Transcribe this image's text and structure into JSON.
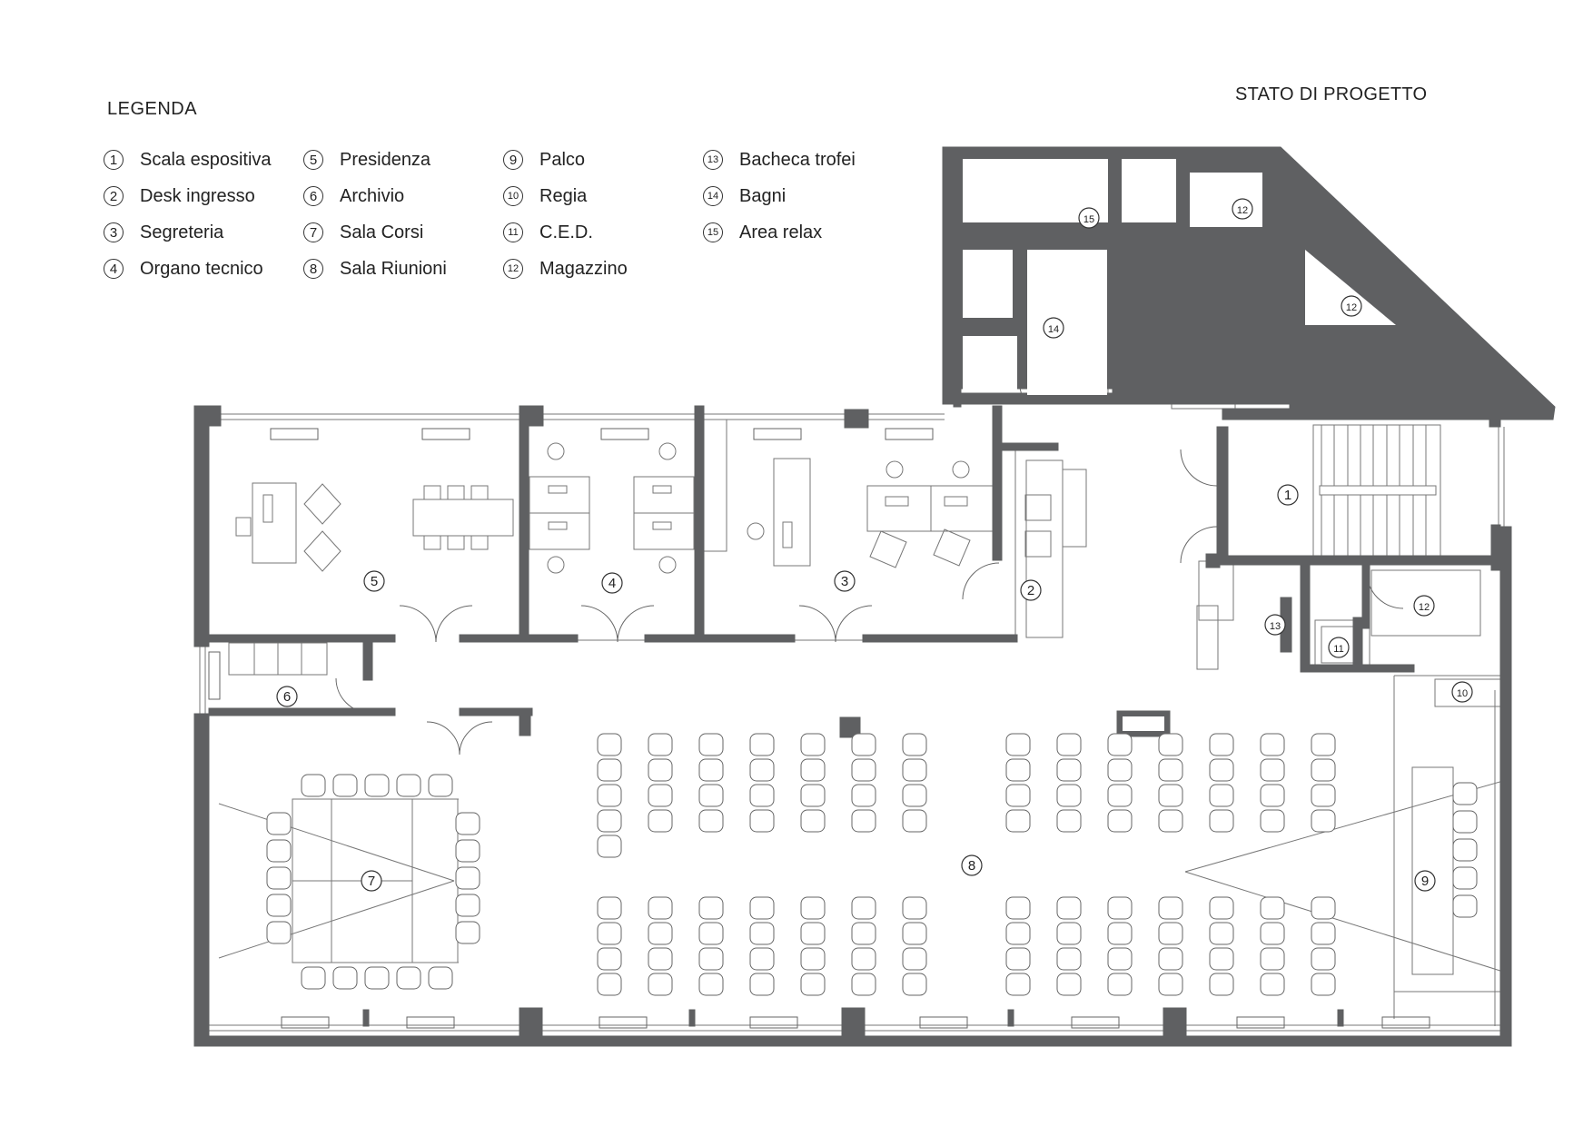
{
  "legend_title": "LEGENDA",
  "stato": "STATO DI PROGETTO",
  "legend": [
    {
      "num": "1",
      "label": "Scala espositiva"
    },
    {
      "num": "2",
      "label": "Desk ingresso"
    },
    {
      "num": "3",
      "label": "Segreteria"
    },
    {
      "num": "4",
      "label": "Organo tecnico"
    },
    {
      "num": "5",
      "label": "Presidenza"
    },
    {
      "num": "6",
      "label": "Archivio"
    },
    {
      "num": "7",
      "label": "Sala Corsi"
    },
    {
      "num": "8",
      "label": "Sala Riunioni"
    },
    {
      "num": "9",
      "label": "Palco"
    },
    {
      "num": "10",
      "label": "Regia"
    },
    {
      "num": "11",
      "label": "C.E.D."
    },
    {
      "num": "12",
      "label": "Magazzino"
    },
    {
      "num": "13",
      "label": "Bacheca trofei"
    },
    {
      "num": "14",
      "label": "Bagni"
    },
    {
      "num": "15",
      "label": "Area relax"
    }
  ],
  "rooms": [
    {
      "num": "1"
    },
    {
      "num": "2"
    },
    {
      "num": "3"
    },
    {
      "num": "4"
    },
    {
      "num": "5"
    },
    {
      "num": "6"
    },
    {
      "num": "7"
    },
    {
      "num": "8"
    },
    {
      "num": "9"
    },
    {
      "num": "10"
    },
    {
      "num": "11"
    },
    {
      "num": "12"
    },
    {
      "num": "12"
    },
    {
      "num": "12"
    },
    {
      "num": "13"
    },
    {
      "num": "14"
    },
    {
      "num": "15"
    }
  ],
  "colors": {
    "wall": "#5f6062",
    "line": "#555555",
    "light": "#9a9a9a"
  }
}
